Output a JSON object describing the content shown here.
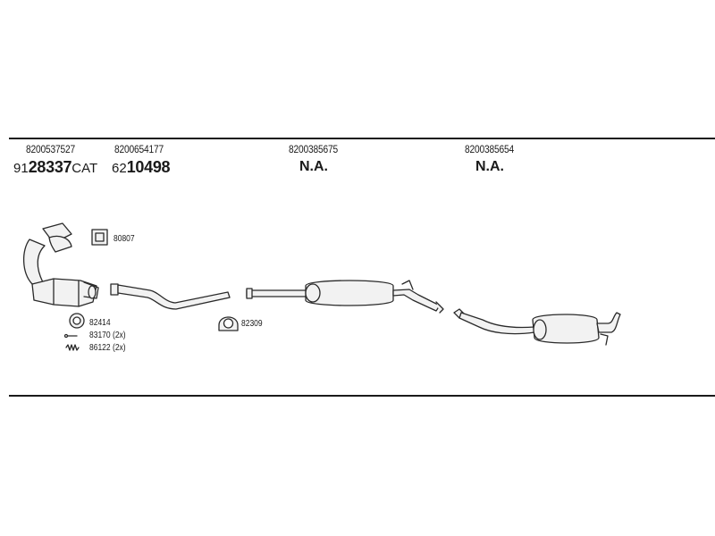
{
  "columns": [
    {
      "oem": "8200537527",
      "ref_prefix": "91",
      "ref_main": "28337",
      "ref_suffix": "CAT"
    },
    {
      "oem": "8200654177",
      "ref_prefix": "62",
      "ref_main": "10498",
      "ref_suffix": ""
    },
    {
      "oem": "8200385675",
      "na": "N.A."
    },
    {
      "oem": "8200385654",
      "na": "N.A."
    }
  ],
  "parts": {
    "gasket_top": "80807",
    "ring": "82414",
    "bolts": "83170 (2x)",
    "springs": "86122 (2x)",
    "clamp": "82309"
  }
}
